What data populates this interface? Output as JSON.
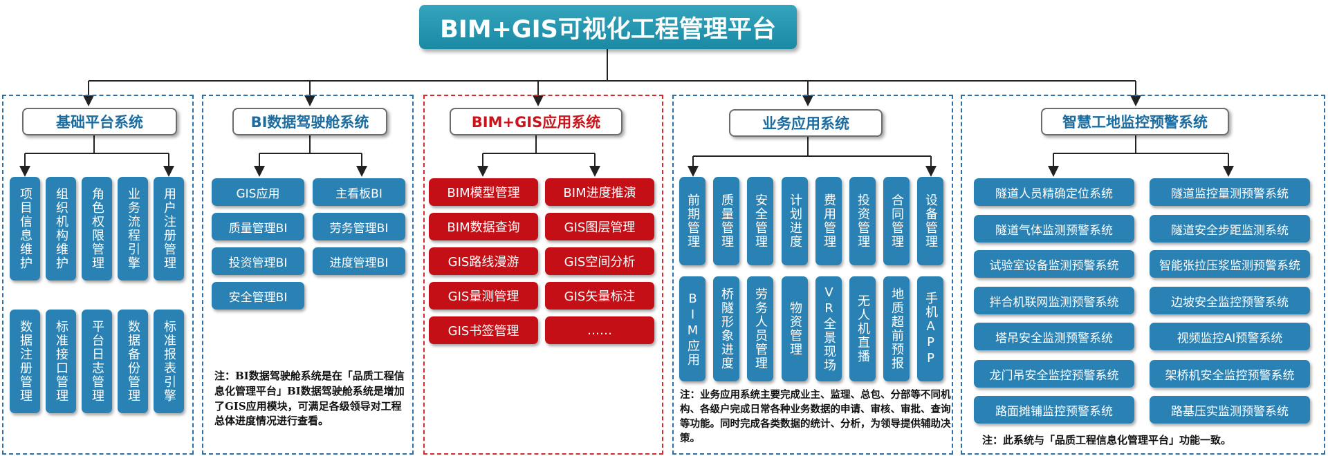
{
  "title": "BIM+GIS可视化工程管理平台",
  "colors": {
    "blue_box": "#2a82b4",
    "red_box": "#c50f16",
    "title_bg": "#1a8aa4",
    "panel_border": "#2c6fa8",
    "panel_border_red": "#d7282f"
  },
  "panels": {
    "p1": {
      "header": "基础平台系统",
      "items": [
        "项目信息维护",
        "组织机构维护",
        "角色权限管理",
        "业务流程引擎",
        "用户注册管理",
        "数据注册管理",
        "标准接口管理",
        "平台日志管理",
        "数据备份管理",
        "标准报表引擎"
      ]
    },
    "p2": {
      "header": "BI数据驾驶舱系统",
      "items": [
        "GIS应用",
        "主看板BI",
        "质量管理BI",
        "劳务管理BI",
        "投资管理BI",
        "进度管理BI",
        "安全管理BI"
      ],
      "note": "注：BI数据驾驶舱系统是在「品质工程信息化管理平台」BI数据驾驶舱系统是增加了GIS应用模块，可满足各级领导对工程总体进度情况进行查看。"
    },
    "p3": {
      "header": "BIM+GIS应用系统",
      "items": [
        "BIM模型管理",
        "BIM进度推演",
        "BIM数据查询",
        "GIS图层管理",
        "GIS路线漫游",
        "GIS空间分析",
        "GIS量测管理",
        "GIS矢量标注",
        "GIS书签管理",
        "……"
      ]
    },
    "p4": {
      "header": "业务应用系统",
      "items": [
        "前期管理",
        "质量管理",
        "安全管理",
        "计划进度",
        "费用管理",
        "投资管理",
        "合同管理",
        "设备管理",
        "BIM应用",
        "桥隧形象进度",
        "劳务人员管理",
        "物资管理",
        "VR全景现场",
        "无人机直播",
        "地质超前预报",
        "手机APP"
      ],
      "note": "注：业务应用系统主要完成业主、监理、总包、分部等不同机构、各级户完成日常各种业务数据的申请、审核、审批、查询等功能。同时完成各类数据的统计、分析，为领导提供辅助决策。"
    },
    "p5": {
      "header": "智慧工地监控预警系统",
      "items": [
        "隧道人员精确定位系统",
        "隧道监控量测预警系统",
        "隧道气体监测预警系统",
        "隧道安全步距监测系统",
        "试验室设备监测预警系统",
        "智能张拉压浆监测预警系统",
        "拌合机联网监测预警系统",
        "边坡安全监控预警系统",
        "塔吊安全监测预警系统",
        "视频监控AI预警系统",
        "龙门吊安全监控预警系统",
        "架桥机安全监控预警系统",
        "路面摊铺监控预警系统",
        "路基压实监测预警系统"
      ],
      "note": "注：此系统与「品质工程信息化管理平台」功能一致。"
    }
  }
}
